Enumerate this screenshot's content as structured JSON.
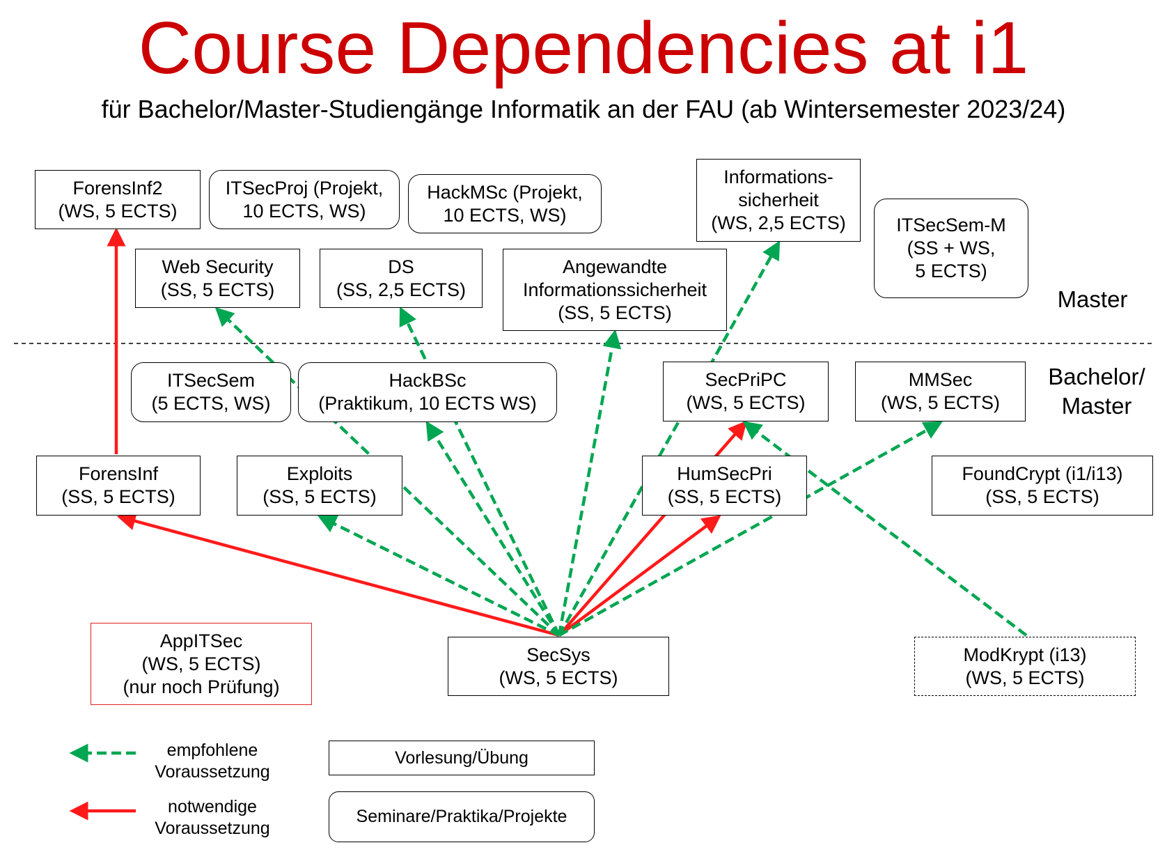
{
  "title": "Course Dependencies at i1",
  "subtitle": "für Bachelor/Master-Studiengänge Informatik an der FAU (ab Wintersemester 2023/24)",
  "levels": {
    "master": "Master",
    "bachelor_master": "Bachelor/\nMaster"
  },
  "courses": {
    "forensinf2": "ForensInf2\n(WS, 5 ECTS)",
    "itsecproj": "ITSecProj (Projekt,\n10 ECTS, WS)",
    "hackmsc": "HackMSc (Projekt,\n10 ECTS, WS)",
    "informationssicherheit": "Informations-\nsicherheit\n(WS, 2,5 ECTS)",
    "itsecsem_m": "ITSecSem-M\n(SS + WS,\n5 ECTS)",
    "websecurity": "Web Security\n(SS, 5 ECTS)",
    "ds": "DS\n(SS, 2,5 ECTS)",
    "angewandte": "Angewandte\nInformationssicherheit\n(SS, 5 ECTS)",
    "itsecsem": "ITSecSem\n(5 ECTS, WS)",
    "hackbsc": "HackBSc\n(Praktikum, 10 ECTS WS)",
    "secpripc": "SecPriPC\n(WS, 5 ECTS)",
    "mmsec": "MMSec\n(WS, 5 ECTS)",
    "forensinf": "ForensInf\n(SS, 5 ECTS)",
    "exploits": "Exploits\n(SS, 5 ECTS)",
    "humsecpri": "HumSecPri\n(SS, 5 ECTS)",
    "foundcrypt": "FoundCrypt (i1/i13)\n(SS, 5 ECTS)",
    "appitsec": "AppITSec\n(WS, 5 ECTS)\n(nur noch Prüfung)",
    "secsys": "SecSys\n(WS, 5 ECTS)",
    "modkrypt": "ModKrypt (i13)\n(WS, 5 ECTS)"
  },
  "legend": {
    "recommended": "empfohlene\nVoraussetzung",
    "required": "notwendige\nVoraussetzung",
    "lecture": "Vorlesung/Übung",
    "seminar": "Seminare/Praktika/Projekte"
  },
  "colors": {
    "title": "#cc0000",
    "required": "#ff1a1a",
    "recommended": "#00a651"
  },
  "edges": [
    {
      "from": "secsys",
      "to": "forensinf",
      "type": "required"
    },
    {
      "from": "forensinf",
      "to": "forensinf2",
      "type": "required"
    },
    {
      "from": "secsys",
      "to": "secpripc",
      "type": "required"
    },
    {
      "from": "secsys",
      "to": "humsecpri",
      "type": "required"
    },
    {
      "from": "secsys",
      "to": "websecurity",
      "type": "recommended"
    },
    {
      "from": "secsys",
      "to": "ds",
      "type": "recommended"
    },
    {
      "from": "secsys",
      "to": "hackbsc",
      "type": "recommended"
    },
    {
      "from": "secsys",
      "to": "exploits",
      "type": "recommended"
    },
    {
      "from": "secsys",
      "to": "angewandte",
      "type": "recommended"
    },
    {
      "from": "secsys",
      "to": "informationssicherheit",
      "type": "recommended"
    },
    {
      "from": "secsys",
      "to": "mmsec",
      "type": "recommended"
    },
    {
      "from": "modkrypt",
      "to": "secpripc",
      "type": "recommended"
    }
  ]
}
